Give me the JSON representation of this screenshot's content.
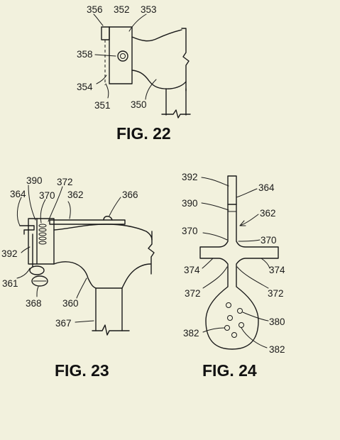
{
  "figures": [
    {
      "caption": "FIG. 22",
      "refs": [
        "356",
        "352",
        "353",
        "358",
        "354",
        "351",
        "350"
      ]
    },
    {
      "caption": "FIG. 23",
      "refs": [
        "390",
        "372",
        "364",
        "370",
        "362",
        "366",
        "392",
        "361",
        "368",
        "360",
        "367"
      ]
    },
    {
      "caption": "FIG. 24",
      "refs": [
        "392",
        "364",
        "390",
        "362",
        "370",
        "370",
        "374",
        "374",
        "372",
        "372",
        "380",
        "382",
        "382"
      ]
    }
  ]
}
